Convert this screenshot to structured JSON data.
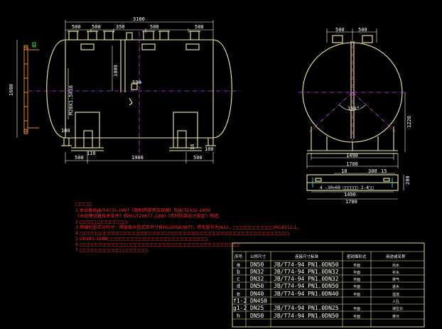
{
  "front_view": {
    "dims_top": [
      "500",
      "500",
      "3100",
      "500",
      "500"
    ],
    "dim_350": "350",
    "dim_1000": "1000",
    "dim_130": "130",
    "dim_1600": "1600",
    "dim_m20": "M20X1.5X16",
    "dim_100_left": "100",
    "dim_100_right": "100",
    "dim_110": "110",
    "dim_16": "16",
    "dims_bottom": [
      "500",
      "1900",
      "500"
    ]
  },
  "side_view": {
    "dims_top": [
      "500",
      "500"
    ],
    "angle": "150°",
    "dim_1220": "1220",
    "dim_1490": "1490",
    "dim_1700": "1700"
  },
  "saddle_view": {
    "dims_top": [
      "18",
      "300",
      "15"
    ],
    "slot_label": "4 -30×60 □□□□□□ 2-4□□",
    "dim_200": "200",
    "dim_1490": "1490",
    "dim_1700": "1700"
  },
  "notes": [
    "□□□□",
    "1.本设备按JB/T4735-1997《钢制焊接常压容器》及JB/T2932-1999",
    "  《水处理设备技术条件》和HG/T20677-1990《内衬防腐设计规定》制造。",
    "2.□□□□,□□□□□□□。",
    "3.焊缝的型式与尺寸：焊接接头型式及尺寸按HG20583执行；焊条型号为J422，□□□□□□□□□□HG4311-1。",
    "4.□□□□□□□□□□□□□□□□□□□□□,□□□□□□□□□□□□□□□□□□□□□□□□□□□□□。",
    "5.GB985-1988□□□□□□□□□□□□□□□□□□□□□□□□。",
    "6.□□□□□□□□□□□,□□□□□□□□□□□□□□□□□□□□□□□□□□□。",
    "7.□□□□□□□□□□,□□□□□□。"
  ],
  "nozzle_table": {
    "headers": [
      "序号",
      "公称尺寸",
      "连接尺寸标准",
      "密封面形式",
      "用途或名称"
    ],
    "rows": [
      [
        "a",
        "DN50",
        "JB/T74-94 PN1.0DN50",
        "平面",
        "出水"
      ],
      [
        "b",
        "DN32",
        "JB/T74-94 PN1.0DN32",
        "平面",
        "补水"
      ],
      [
        "c",
        "DN32",
        "JB/T74-94 PN1.0DN32",
        "平面",
        "排气"
      ],
      [
        "d",
        "DN50",
        "JB/T74-94 PN1.0DN50",
        "平面",
        "进水"
      ],
      [
        "e",
        "DN40",
        "JB/T74-94 PN1.0DN40",
        "平面",
        "溢流"
      ],
      [
        "f1-2",
        "DN450",
        "",
        "",
        "人孔"
      ],
      [
        "g1-2",
        "DN25",
        "JB/T74-94 PN1.0DN25",
        "平面",
        "液位计"
      ],
      [
        "h",
        "DN50",
        "JB/T74-94 PN1.0DN50",
        "平面",
        "排污"
      ]
    ]
  }
}
